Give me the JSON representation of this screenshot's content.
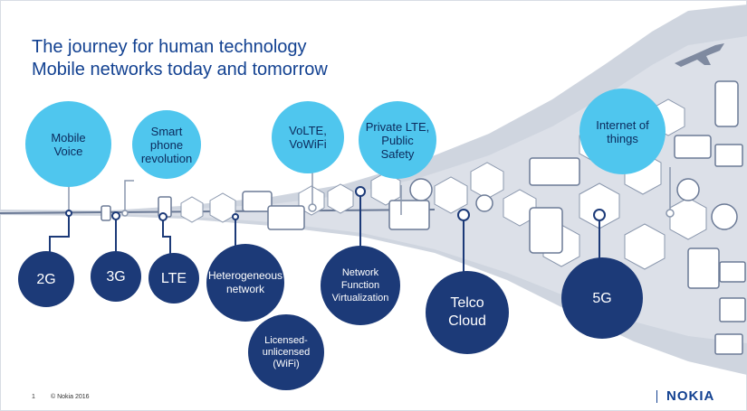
{
  "slide": {
    "title": "The journey for human technology",
    "subtitle": "Mobile networks today and tomorrow",
    "page_number": "1",
    "copyright": "© Nokia 2016",
    "logo": "NOKIA"
  },
  "bubbles_light": [
    {
      "id": "mobile-voice",
      "label": "Mobile\nVoice"
    },
    {
      "id": "smartphone-revolution",
      "label": "Smart\nphone\nrevolution"
    },
    {
      "id": "volte-vowifi",
      "label": "VoLTE,\nVoWiFi"
    },
    {
      "id": "private-lte",
      "label": "Private LTE,\nPublic\nSafety"
    },
    {
      "id": "internet-of-things",
      "label": "Internet of\nthings"
    }
  ],
  "bubbles_dark": [
    {
      "id": "2g",
      "label": "2G"
    },
    {
      "id": "3g",
      "label": "3G"
    },
    {
      "id": "lte",
      "label": "LTE"
    },
    {
      "id": "heterogeneous-network",
      "label": "Heterogeneous\nnetwork"
    },
    {
      "id": "licensed-unlicensed",
      "label": "Licensed-\nunlicensed\n(WiFi)"
    },
    {
      "id": "nfv",
      "label": "Network\nFunction\nVirtualization"
    },
    {
      "id": "telco-cloud",
      "label": "Telco\nCloud"
    },
    {
      "id": "5g",
      "label": "5G"
    }
  ],
  "colors": {
    "light_bubble": "#4fc6ee",
    "dark_bubble": "#1c3a78",
    "brand": "#124191",
    "funnel": "#c9d0dc",
    "connector": "#1c3a78"
  }
}
